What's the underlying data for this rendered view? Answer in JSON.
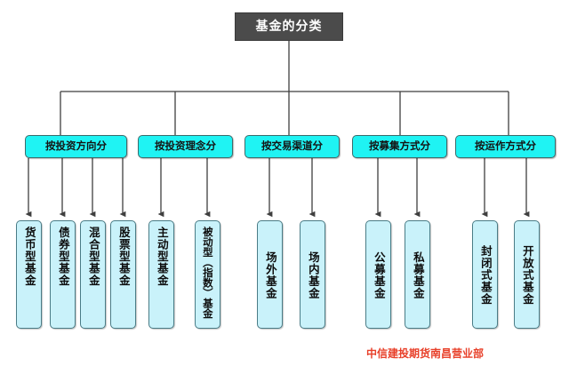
{
  "diagram": {
    "title": "基金的分类",
    "root": {
      "label": "基金的分类"
    },
    "categories": [
      {
        "label": "按投资方向分"
      },
      {
        "label": "按投资理念分"
      },
      {
        "label": "按交易渠道分"
      },
      {
        "label": "按募集方式分"
      },
      {
        "label": "按运作方式分"
      }
    ],
    "leaves": [
      {
        "label": "货币型基金",
        "parent": "按投资方向分"
      },
      {
        "label": "债券型基金",
        "parent": "按投资方向分"
      },
      {
        "label": "混合型基金",
        "parent": "按投资方向分"
      },
      {
        "label": "股票型基金",
        "parent": "按投资方向分"
      },
      {
        "label": "主动型基金",
        "parent": "按投资理念分"
      },
      {
        "label": "被动型（指数）基金",
        "parent": "按投资理念分"
      },
      {
        "label": "场外基金",
        "parent": "按交易渠道分"
      },
      {
        "label": "场内基金",
        "parent": "按交易渠道分"
      },
      {
        "label": "公募基金",
        "parent": "按募集方式分"
      },
      {
        "label": "私募基金",
        "parent": "按募集方式分"
      },
      {
        "label": "封闭式基金",
        "parent": "按运作方式分"
      },
      {
        "label": "开放式基金",
        "parent": "按运作方式分"
      }
    ],
    "footer": {
      "credit": "中信建投期货南昌营业部"
    },
    "colors": {
      "root_fill": "#4b4b4b",
      "root_text": "#ffffff",
      "category_fill": "#1ff3f3",
      "leaf_fill": "#c9f2fa",
      "connector": "#3f3f3f",
      "footer_text": "#e8402a",
      "background": "#ffffff"
    }
  }
}
